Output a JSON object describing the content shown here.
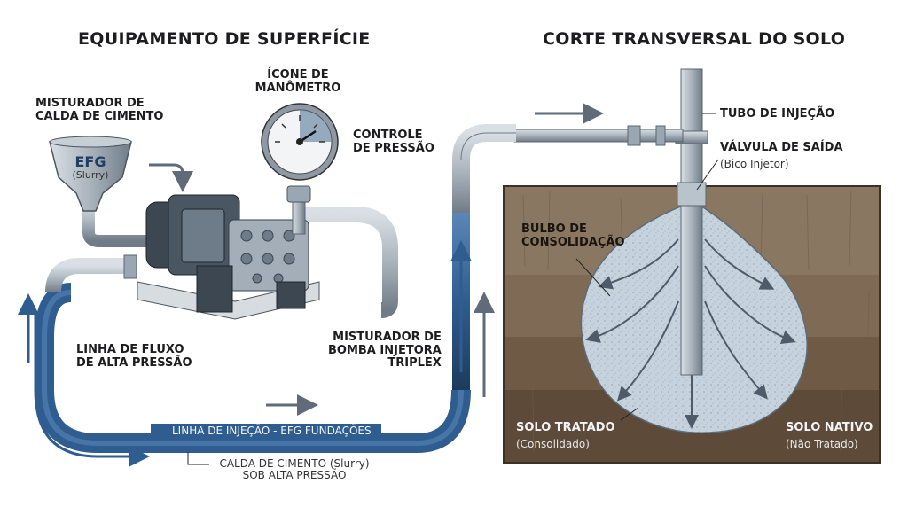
{
  "titles": {
    "left": "EQUIPAMENTO DE SUPERFÍCIE",
    "right": "CORTE TRANSVERSAL DO SOLO"
  },
  "labels": {
    "mixer": "MISTURADOR DE\nCALDA DE CIMENTO",
    "mixer_brand": "EFG",
    "mixer_sub": "(Slurry)",
    "gauge_icon": "ÍCONE DE\nMANÔMETRO",
    "pressure_control": "CONTROLE\nDE PRESSÃO",
    "high_pressure_line": "LINHA DE FLUXO\nDE ALTA PRESSÃO",
    "pump": "MISTURADOR DE\nBOMBA INJETORA\nTRIPLEX",
    "injection_line": "LINHA DE INJEÇÃO - EFG FUNDAÇÕES",
    "slurry_note": "CALDA DE CIMENTO (Slurry)\nSOB ALTA PRESSÃO",
    "injection_tube": "TUBO DE INJEÇÃO",
    "outlet_valve": "VÁLVULA DE SAÍDA",
    "outlet_valve_sub": "(Bico Injetor)",
    "bulb": "BULBO DE\nCONSOLIDAÇÃO",
    "treated_soil": "SOLO TRATADO",
    "treated_soil_sub": "(Consolidado)",
    "native_soil": "SOLO NATIVO",
    "native_soil_sub": "(Não Tratado)"
  },
  "colors": {
    "pipe_blue": "#2f5d8f",
    "pipe_grey": "#a9b3bc",
    "soil_top": "#8a7762",
    "soil_mid": "#7a6650",
    "soil_deep": "#5d4a38",
    "bulb": "#c6d2dc",
    "arrow_grey": "#5f6b78"
  }
}
